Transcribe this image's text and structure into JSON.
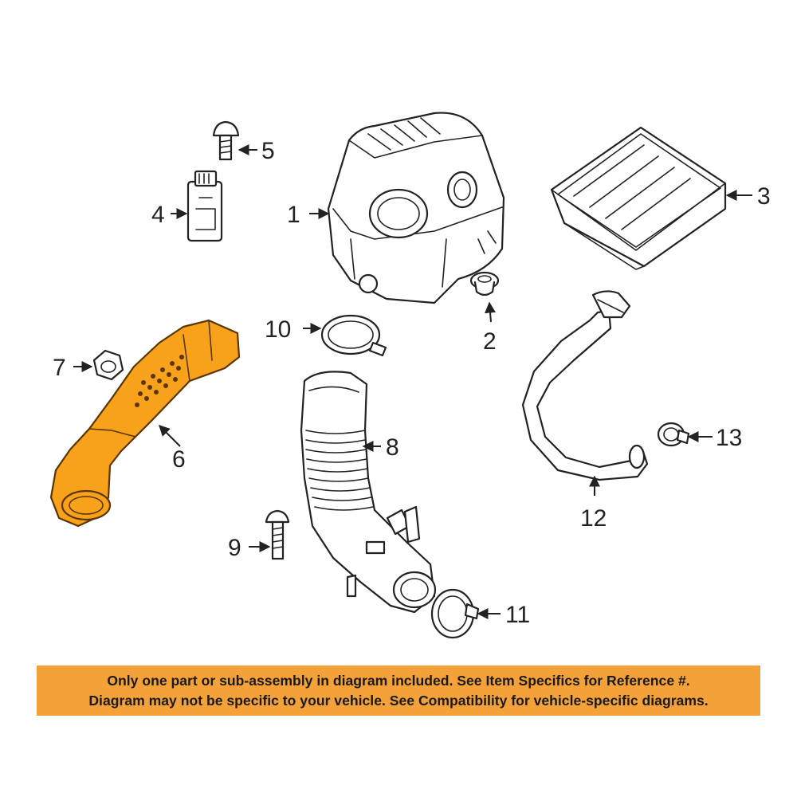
{
  "callouts": {
    "p1": "1",
    "p2": "2",
    "p3": "3",
    "p4": "4",
    "p5": "5",
    "p6": "6",
    "p7": "7",
    "p8": "8",
    "p9": "9",
    "p10": "10",
    "p11": "11",
    "p12": "12",
    "p13": "13"
  },
  "highlighted_part": "6",
  "colors": {
    "highlight": "#f7a21a",
    "notice_background": "#f4a13a",
    "line": "#222222"
  },
  "notice": {
    "line1": "Only one part or sub-assembly in diagram included. See Item Specifics for Reference #.",
    "line2": "Diagram may not be specific to your vehicle. See Compatibility for vehicle-specific diagrams."
  }
}
